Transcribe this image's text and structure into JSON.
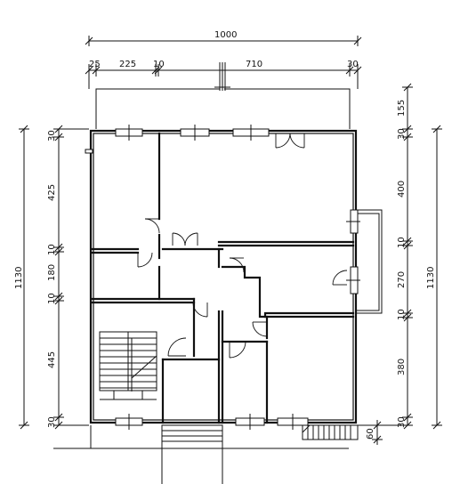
{
  "drawing": {
    "top_dimensions": {
      "overall": "1000",
      "segments": [
        "25",
        "225",
        "10",
        "710",
        "30"
      ]
    },
    "left_dimensions": {
      "overall": "1130",
      "segments": [
        "30",
        "425",
        "10",
        "180",
        "10",
        "445",
        "30"
      ]
    },
    "right_dimensions": {
      "overall": "1130",
      "segments": [
        "155",
        "30",
        "400",
        "10",
        "270",
        "10",
        "380",
        "30"
      ],
      "step_depth": "60"
    }
  }
}
